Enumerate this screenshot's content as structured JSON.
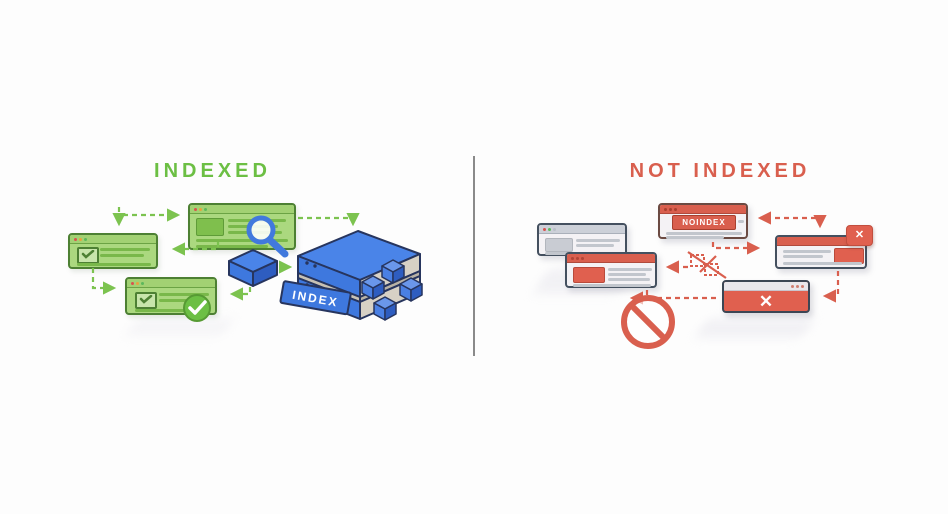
{
  "left": {
    "title": "INDEXED",
    "server_label": "INDEX"
  },
  "right": {
    "title": "NOT INDEXED",
    "noindex_badge": "NOINDEX",
    "close_glyph": "✕",
    "blocked_glyph": "✕"
  },
  "colors": {
    "green_accent": "#6cbf44",
    "green_window_fill": "#abd87f",
    "green_window_border": "#4d8033",
    "red_accent": "#d95f4e",
    "red_block": "#e0604f",
    "server_blue": "#3e78de",
    "server_side_gray": "#d7d1c5",
    "dark_outline": "#27355e",
    "divider_gray": "#8a8a8a",
    "window_border_slate": "#44505f"
  },
  "icons": {
    "magnifier": "search-icon",
    "check_circle": "approved-check-icon",
    "checkbox": "checkmark-icon",
    "broken_link": "broken-link-icon",
    "prohibition": "blocked-icon",
    "close": "close-icon"
  }
}
